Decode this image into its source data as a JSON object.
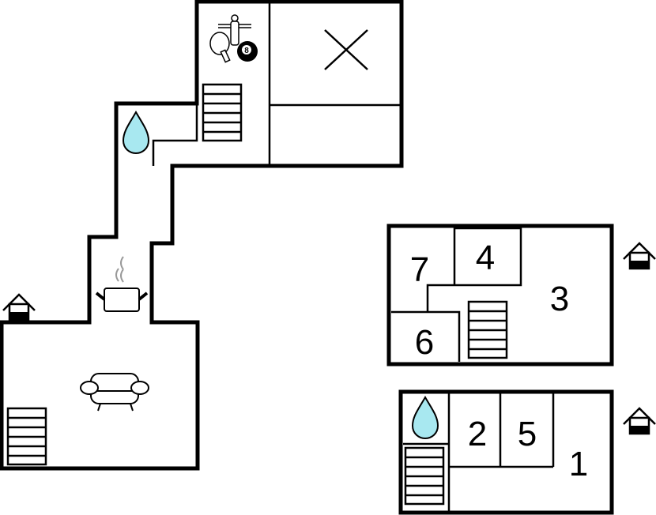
{
  "plan": {
    "room_labels": [
      "7",
      "4",
      "3",
      "6",
      "2",
      "5",
      "1"
    ],
    "billiard_ball_number": "8",
    "colors": {
      "water": "#a8e8f0",
      "wall": "#000000",
      "steam": "#999999"
    },
    "icons": [
      "house-icon",
      "water-drop-icon",
      "stairs-icon",
      "pot-icon",
      "sofa-icon",
      "table-tennis-icon",
      "foosball-icon",
      "billiard-ball-icon",
      "void-x-icon"
    ]
  }
}
